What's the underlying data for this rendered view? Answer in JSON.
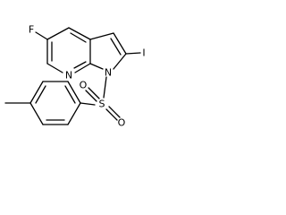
{
  "molecule": {
    "atoms": {
      "fluorine": "F",
      "iodine": "I",
      "nitrogen_ring": "N",
      "nitrogen_pyrrole": "N",
      "sulfur": "S",
      "oxygen_1": "O",
      "oxygen_2": "O"
    }
  }
}
